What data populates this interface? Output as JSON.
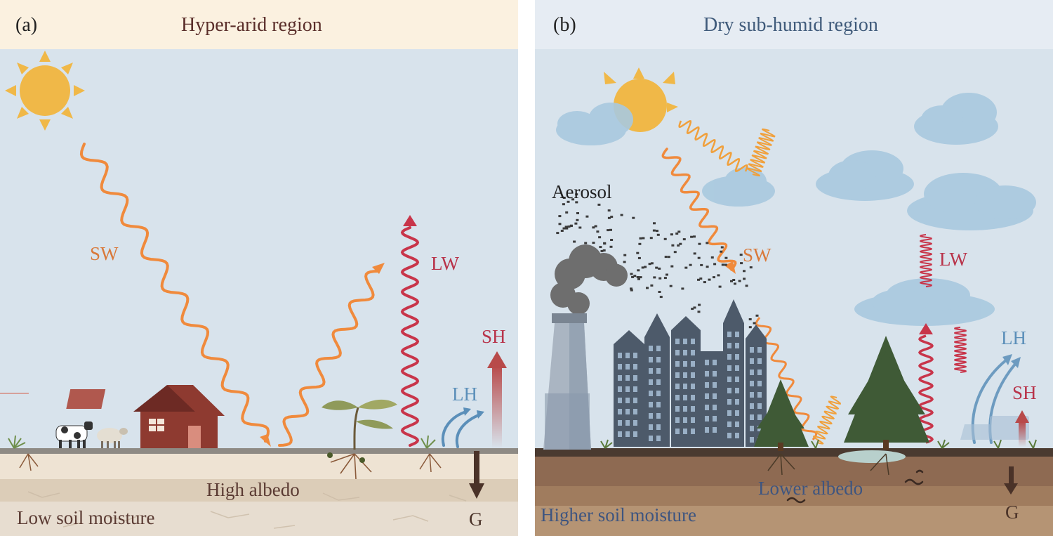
{
  "panels": {
    "a": {
      "tag": "(a)",
      "title": "Hyper-arid region",
      "labels": {
        "sw": "SW",
        "lw": "LW",
        "sh": "SH",
        "lh": "LH",
        "g": "G",
        "albedo": "High albedo",
        "soil": "Low soil moisture"
      }
    },
    "b": {
      "tag": "(b)",
      "title": "Dry sub-humid region",
      "labels": {
        "aerosol": "Aerosol",
        "sw": "SW",
        "lw": "LW",
        "lh": "LH",
        "sh": "SH",
        "g": "G",
        "albedo": "Lower albedo",
        "soil": "Higher soil moisture"
      }
    }
  },
  "colors": {
    "sky": "#d8e3ec",
    "header_a": "#fbf1e0",
    "header_b": "#e6ecf3",
    "shortwave": "#f08a3c",
    "longwave": "#c8354a",
    "latent_heat": "#5b8fb9",
    "sensible_heat": "#b84a4a",
    "ground_flux": "#4a3228",
    "sun": "#f0b848",
    "cloud": "#a9c9df"
  }
}
